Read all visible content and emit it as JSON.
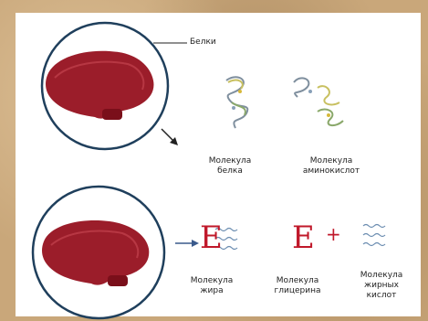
{
  "labels": {
    "proteins": "Белки",
    "protein_molecule_1": "Молекула",
    "protein_molecule_2": "белка",
    "amino_molecule_1": "Молекула",
    "amino_molecule_2": "аминокислот",
    "fat_molecule_1": "Молекула",
    "fat_molecule_2": "жира",
    "glycerol_molecule_1": "Молекула",
    "glycerol_molecule_2": "глицерина",
    "fatty_acid_molecule_1": "Молекула",
    "fatty_acid_molecule_2": "жирных",
    "fatty_acid_molecule_3": "кислот",
    "plus": "+",
    "fat_letter": "E",
    "glycerol_letter": "E"
  }
}
